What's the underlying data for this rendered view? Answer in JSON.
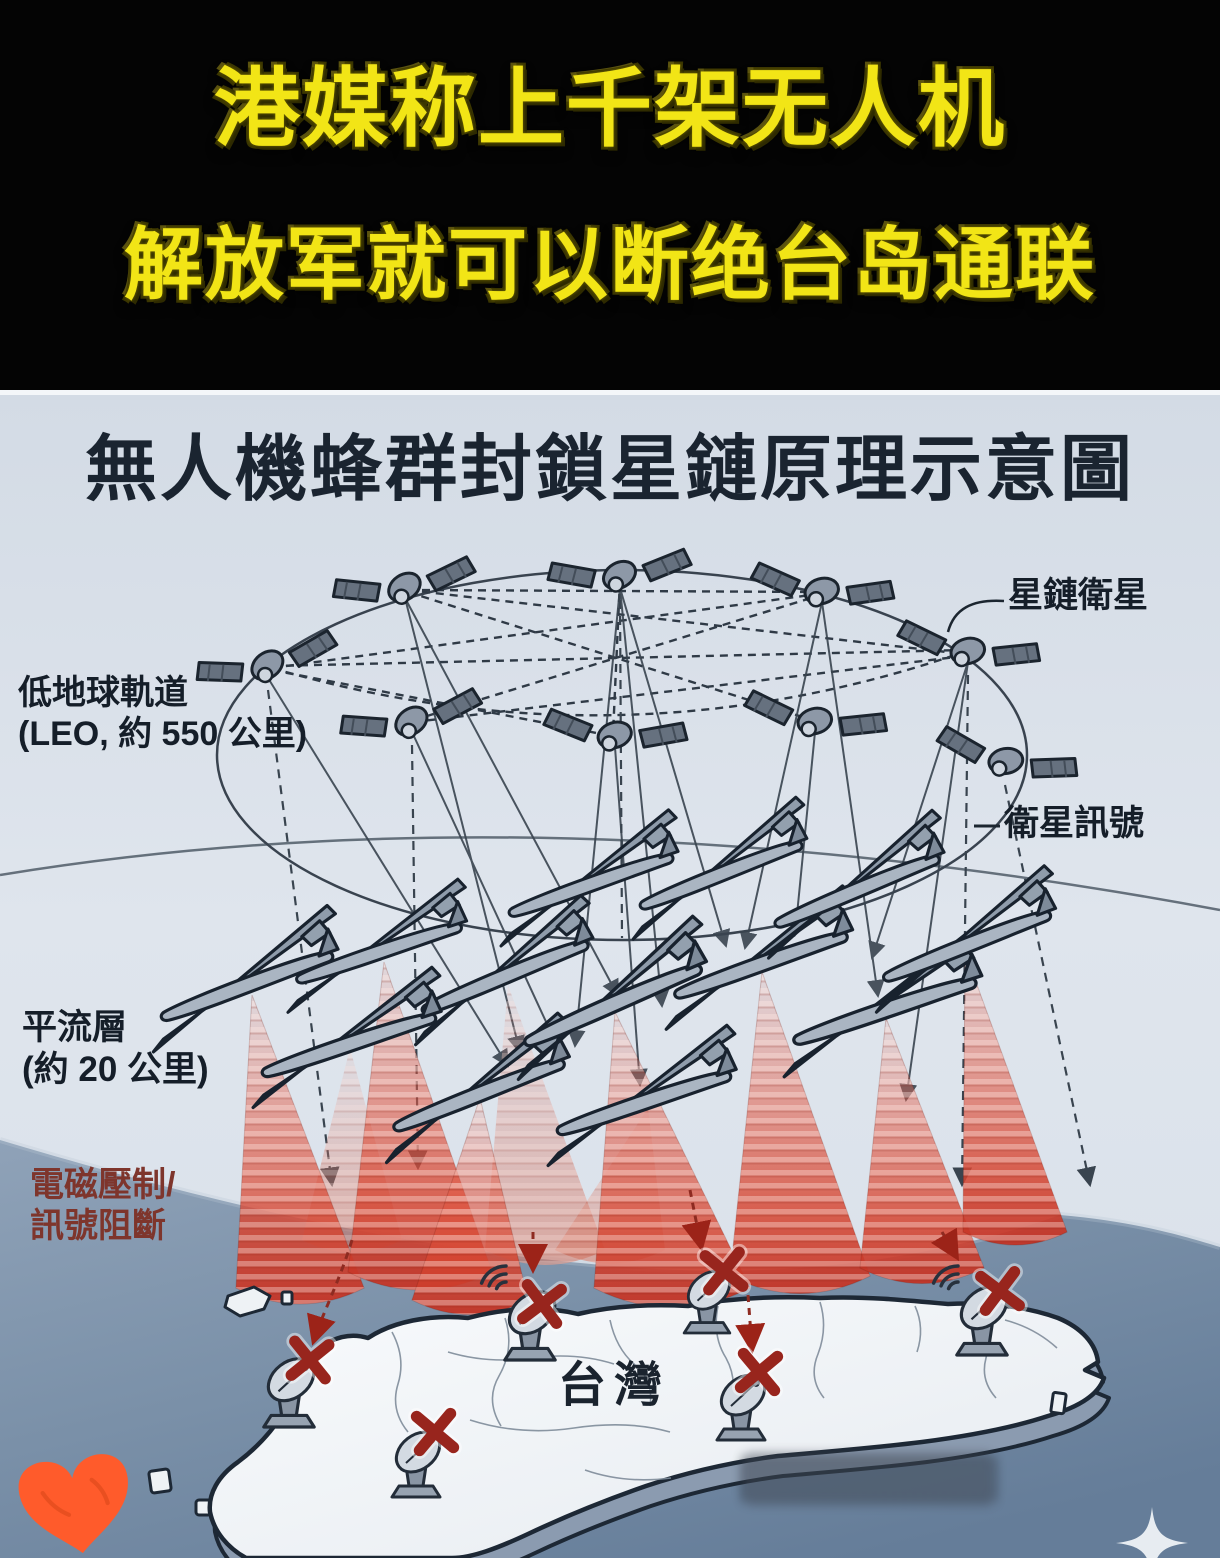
{
  "header": {
    "line1": "港媒称上千架无人机",
    "line2": "解放军就可以断绝台岛通联"
  },
  "diagram": {
    "title": "無人機蜂群封鎖星鏈原理示意圖",
    "labels": {
      "starlink_satellite": "星鏈衛星",
      "leo_orbit_line1": "低地球軌道",
      "leo_orbit_line2": "(LEO, 約 550 公里)",
      "satellite_signal": "衛星訊號",
      "stratosphere_line1": "平流層",
      "stratosphere_line2": "(約 20 公里)",
      "jamming_line1": "電磁壓制/",
      "jamming_line2": "訊號阻斷",
      "taiwan": "台灣"
    },
    "palette": {
      "header_text": "#f2e516",
      "header_bg": "#040404",
      "sky": "#d9e1ea",
      "ocean": "#7a90a8",
      "cone_red": "#c8402e",
      "island": "#f2f5f8",
      "label_text": "#151e29",
      "jamming_text": "#7e352c",
      "blocked_x": "#98251d",
      "heart": "#ff5b2b"
    },
    "counts": {
      "satellites": 9,
      "drones": 13,
      "jamming_cones": 10,
      "ground_stations": 6,
      "blocked_marks": 6
    }
  }
}
